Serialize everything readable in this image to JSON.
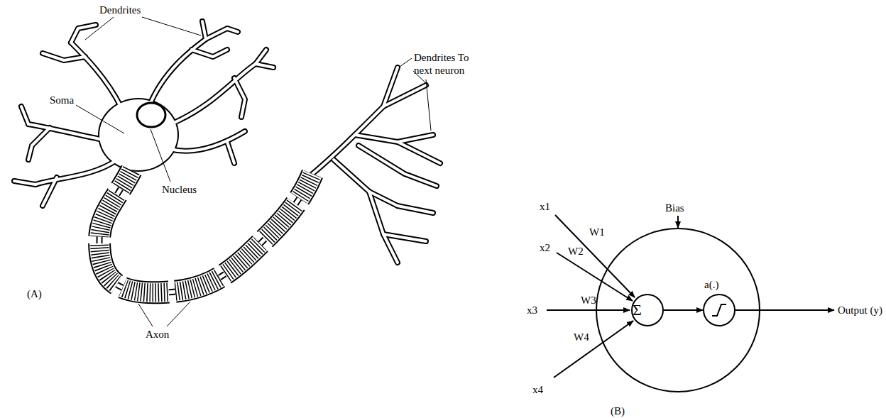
{
  "diagram": {
    "nodes": [
      {
        "text": [
          "Σ"
        ]
      },
      {
        "text": [
          "a(.)"
        ]
      }
    ],
    "edges": [
      {
        "from": 0,
        "to": 1,
        "arrow": "to"
      }
    ],
    "labels": [
      "Dendrites",
      "Soma",
      "Nucleus",
      "Dendrites To next neuron",
      "Axon",
      "(A)",
      "Bias",
      "x1",
      "W1",
      "x2",
      "W2",
      "x3",
      "W3",
      "x4",
      "W4",
      "Output (y)",
      "(B)"
    ]
  }
}
